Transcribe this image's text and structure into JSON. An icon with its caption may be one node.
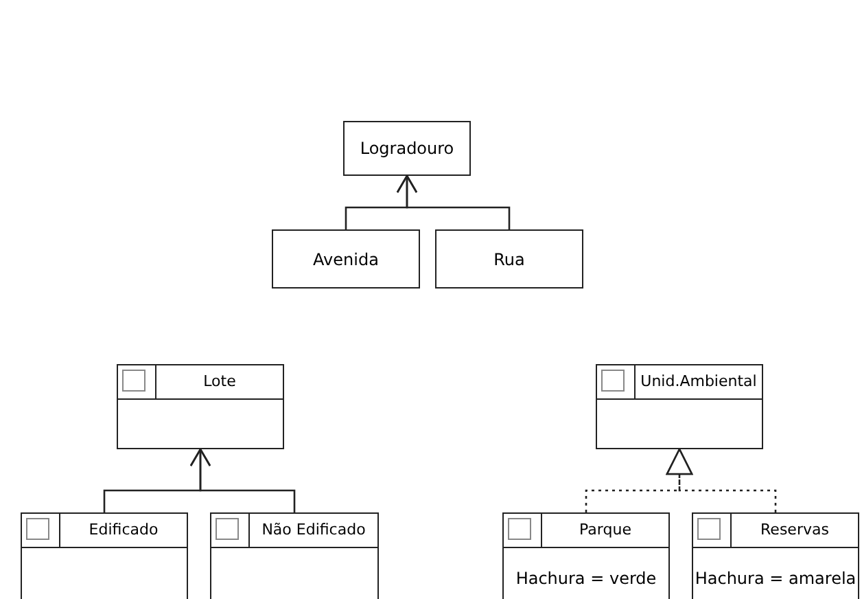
{
  "diagram": {
    "nodes": [
      {
        "text": [
          "Logradouro"
        ]
      },
      {
        "text": [
          "Avenida"
        ]
      },
      {
        "text": [
          "Rua"
        ]
      },
      {
        "text": [
          "Lote"
        ]
      },
      {
        "text": [
          "Edificado"
        ]
      },
      {
        "text": [
          "Não Edificado"
        ]
      },
      {
        "text": [
          "Unid.Ambiental"
        ]
      },
      {
        "text": [
          "Parque",
          "Hachura = verde"
        ]
      },
      {
        "text": [
          "Reservas",
          "Hachura = amarela"
        ]
      }
    ],
    "edges": [
      {
        "from": 1,
        "to": 0,
        "arrow": "to"
      },
      {
        "from": 2,
        "to": 0,
        "arrow": "to"
      },
      {
        "from": 4,
        "to": 3,
        "arrow": "to"
      },
      {
        "from": 5,
        "to": 3,
        "arrow": "to"
      },
      {
        "from": 7,
        "to": 6,
        "arrow": "to",
        "style": "dashed"
      },
      {
        "from": 8,
        "to": 6,
        "arrow": "to",
        "style": "dashed"
      }
    ]
  }
}
